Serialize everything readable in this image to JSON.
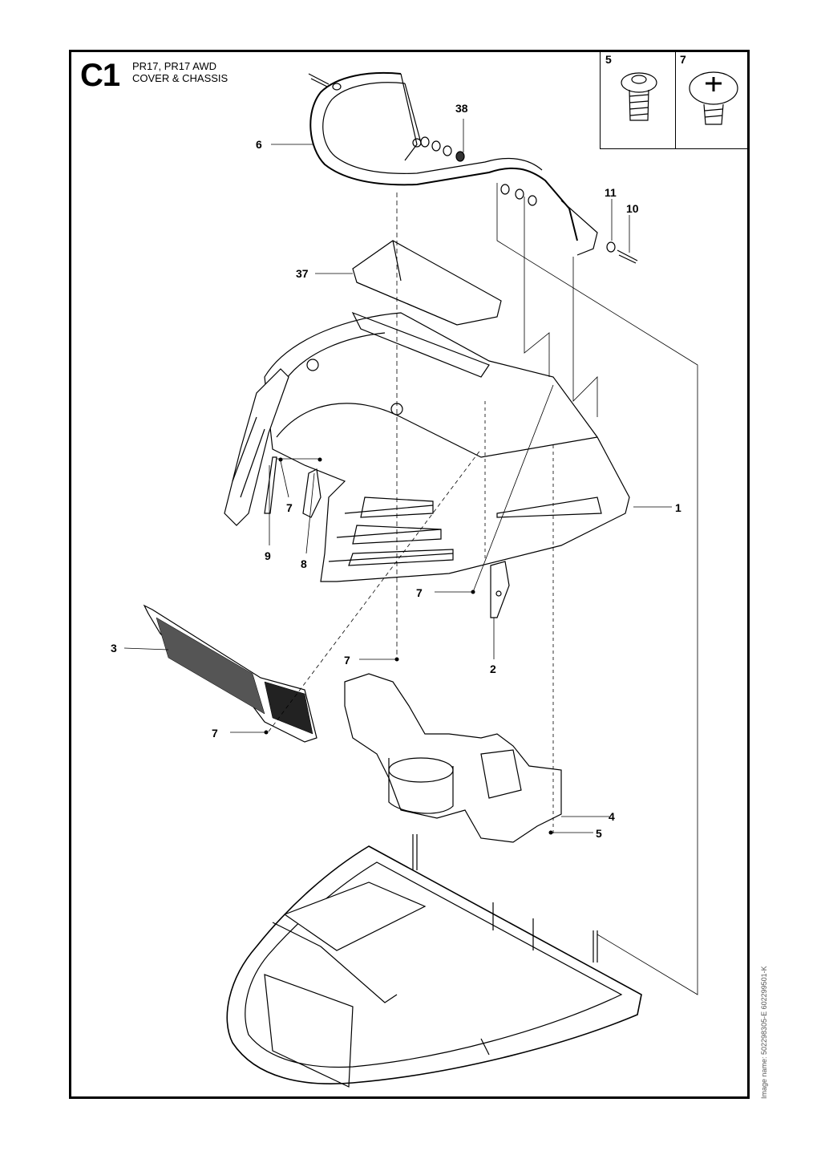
{
  "header": {
    "section_code": "C1",
    "model_line": "PR17, PR17 AWD",
    "title_line": "COVER & CHASSIS"
  },
  "inset": {
    "labels": [
      "5",
      "7"
    ],
    "icons": [
      "torx-screw-icon",
      "phillips-screw-icon"
    ]
  },
  "callouts": {
    "c38": "38",
    "c6": "6",
    "c11": "11",
    "c10": "10",
    "c37": "37",
    "c1": "1",
    "c7a": "7",
    "c9": "9",
    "c8": "8",
    "c7b": "7",
    "c3": "3",
    "c7c": "7",
    "c2": "2",
    "c7d": "7",
    "c4": "4",
    "c5": "5"
  },
  "side_note": "Image name: 502298305-E 602299501-K"
}
